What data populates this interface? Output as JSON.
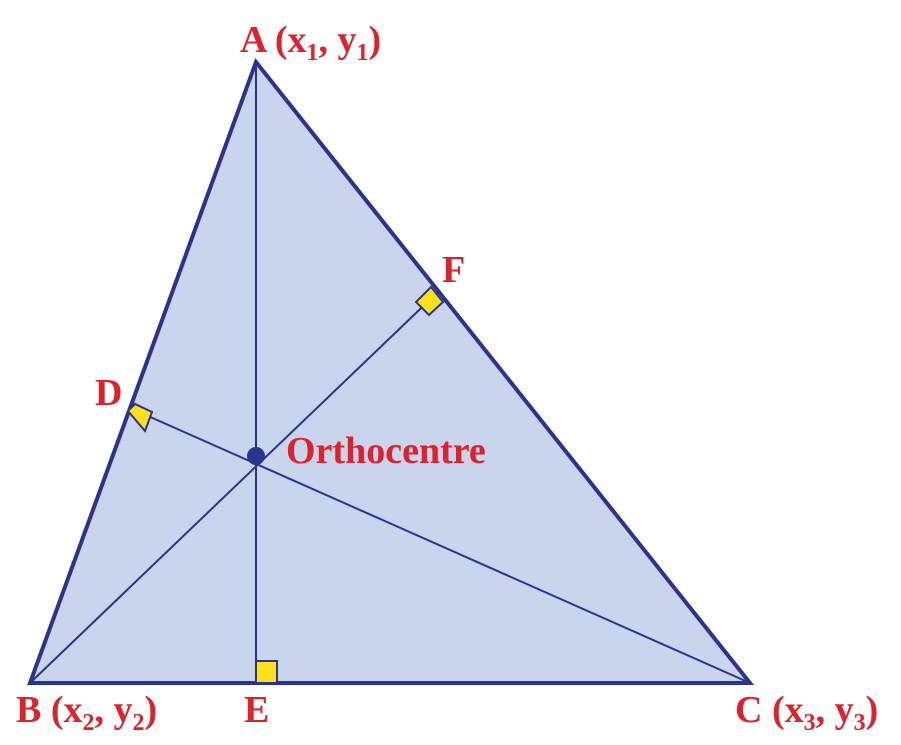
{
  "diagram": {
    "colors": {
      "fill": "#c8d5ed",
      "stroke": "#2b3390",
      "label": "#e0202a",
      "marker": "#ffe01a",
      "marker_stroke": "#2b3390"
    },
    "vertices": {
      "A": {
        "letter": "A",
        "open": " (x",
        "sub1": "1",
        "mid": ", y",
        "sub2": "1",
        "close": ")"
      },
      "B": {
        "letter": "B",
        "open": " (x",
        "sub1": "2",
        "mid": ", y",
        "sub2": "2",
        "close": ")"
      },
      "C": {
        "letter": "C",
        "open": " (x",
        "sub1": "3",
        "mid": ", y",
        "sub2": "3",
        "close": ")"
      }
    },
    "feet": {
      "D": "D",
      "E": "E",
      "F": "F"
    },
    "orthocentre_label": "Orthocentre"
  }
}
